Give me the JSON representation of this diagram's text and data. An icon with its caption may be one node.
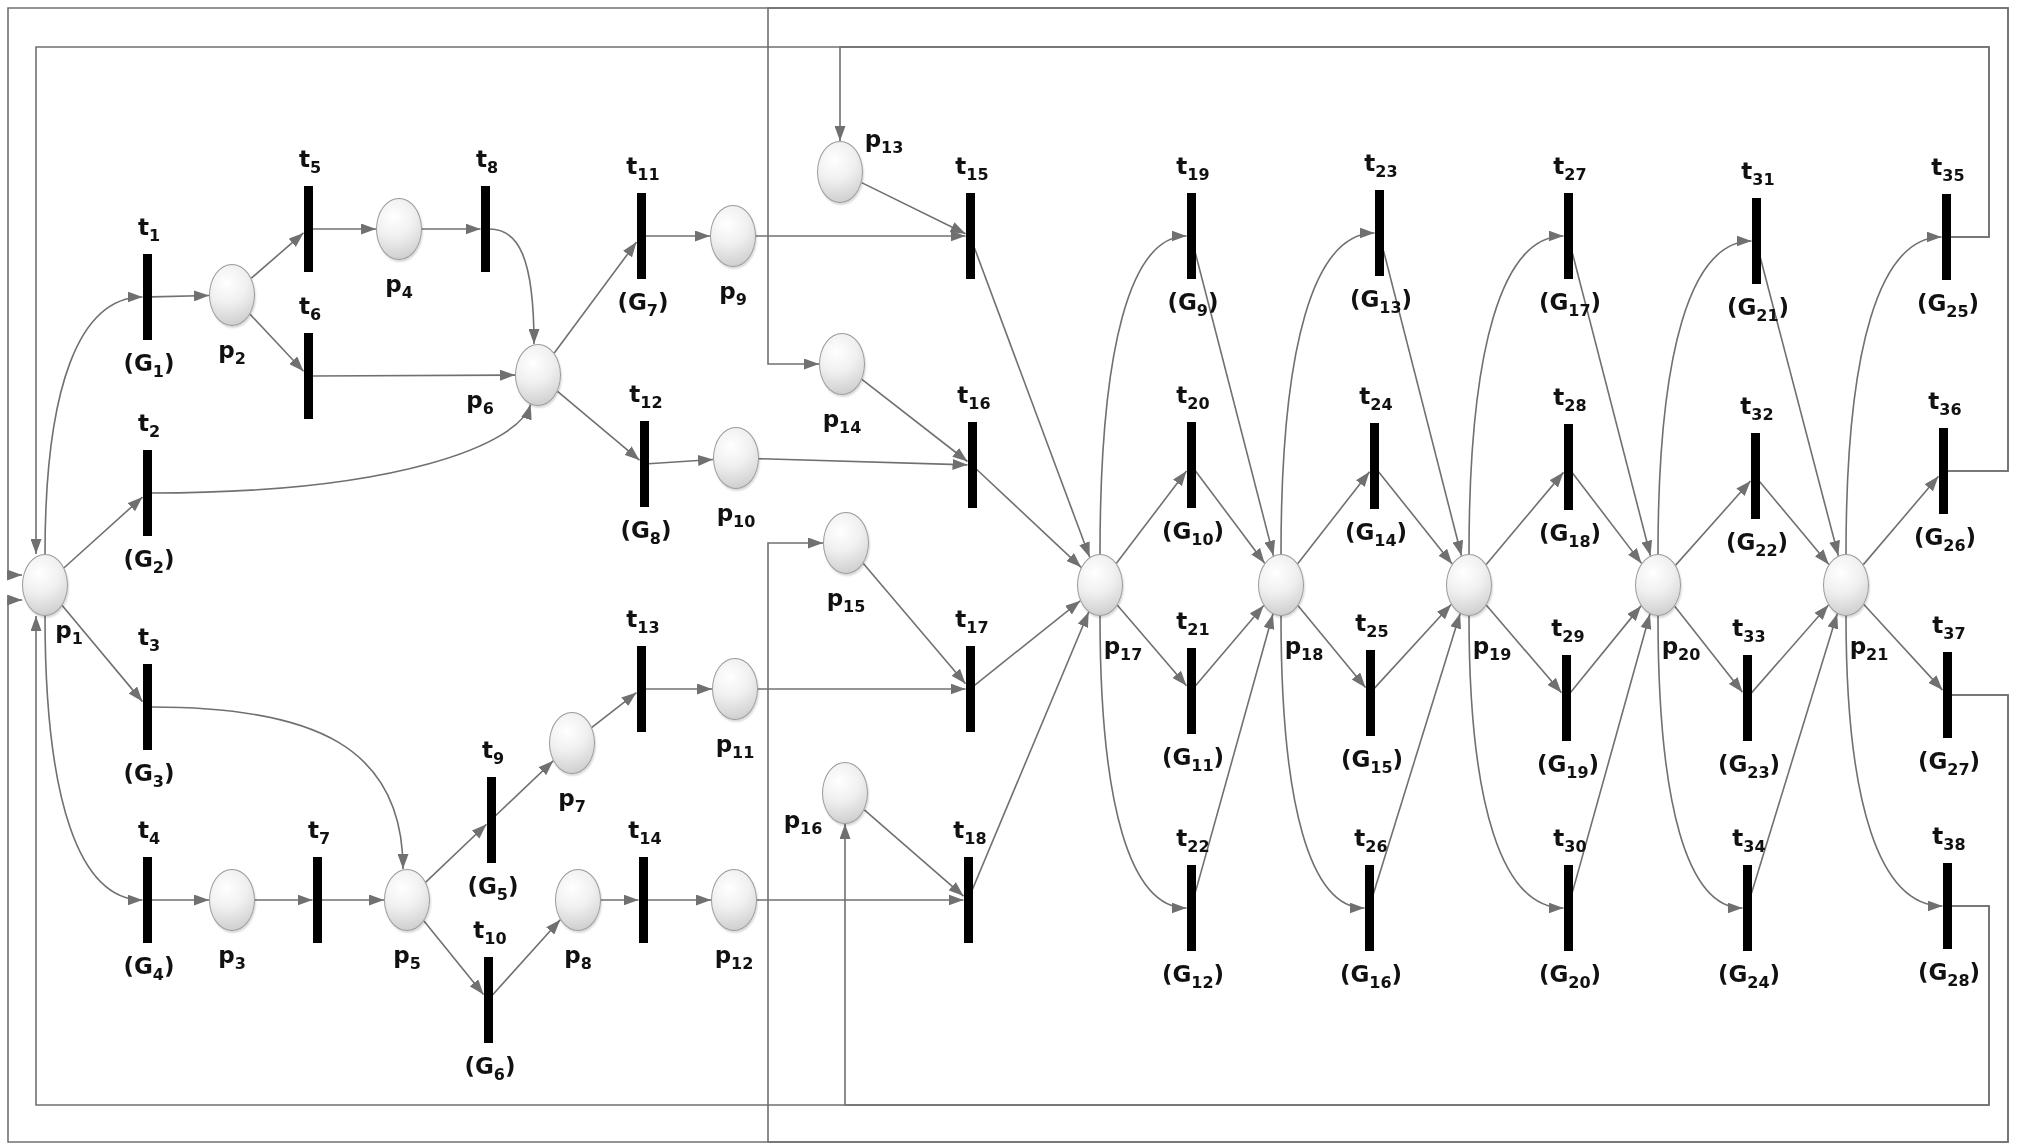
{
  "diagram": {
    "nodes": [
      {
        "text": [],
        "shape": "circle",
        "beside": [
          "p$_{1}$"
        ]
      },
      {
        "text": [],
        "shape": "circle",
        "beside": [
          "p$_{2}$"
        ]
      },
      {
        "text": [],
        "shape": "circle",
        "beside": [
          "p$_{3}$"
        ]
      },
      {
        "text": [],
        "shape": "circle",
        "beside": [
          "p$_{4}$"
        ]
      },
      {
        "text": [],
        "shape": "circle",
        "beside": [
          "p$_{5}$"
        ]
      },
      {
        "text": [],
        "shape": "circle",
        "beside": [
          "p$_{6}$"
        ]
      },
      {
        "text": [],
        "shape": "circle",
        "beside": [
          "p$_{7}$"
        ]
      },
      {
        "text": [],
        "shape": "circle",
        "beside": [
          "p$_{8}$"
        ]
      },
      {
        "text": [],
        "shape": "circle",
        "beside": [
          "p$_{9}$"
        ]
      },
      {
        "text": [],
        "shape": "circle",
        "beside": [
          "p$_{10}$"
        ]
      },
      {
        "text": [],
        "shape": "circle",
        "beside": [
          "p$_{11}$"
        ]
      },
      {
        "text": [],
        "shape": "circle",
        "beside": [
          "p$_{12}$"
        ]
      },
      {
        "text": [],
        "shape": "circle",
        "beside": [
          "p$_{13}$"
        ]
      },
      {
        "text": [],
        "shape": "circle",
        "beside": [
          "p$_{14}$"
        ]
      },
      {
        "text": [],
        "shape": "circle",
        "beside": [
          "p$_{15}$"
        ]
      },
      {
        "text": [],
        "shape": "circle",
        "beside": [
          "p$_{16}$"
        ]
      },
      {
        "text": [],
        "shape": "circle",
        "beside": [
          "p$_{17}$"
        ]
      },
      {
        "text": [],
        "shape": "circle",
        "beside": [
          "p$_{18}$"
        ]
      },
      {
        "text": [],
        "shape": "circle",
        "beside": [
          "p$_{19}$"
        ]
      },
      {
        "text": [],
        "shape": "circle",
        "beside": [
          "p$_{20}$"
        ]
      },
      {
        "text": [],
        "shape": "circle",
        "beside": [
          "p$_{21}$"
        ]
      },
      {
        "text": [],
        "shape": "bar",
        "beside": [
          "t$_{1}$",
          "(G$_{1}$)"
        ]
      },
      {
        "text": [],
        "shape": "bar",
        "beside": [
          "t$_{2}$",
          "(G$_{2}$)"
        ]
      },
      {
        "text": [],
        "shape": "bar",
        "beside": [
          "t$_{3}$",
          "(G$_{3}$)"
        ]
      },
      {
        "text": [],
        "shape": "bar",
        "beside": [
          "t$_{4}$",
          "(G$_{4}$)"
        ]
      },
      {
        "text": [],
        "shape": "bar",
        "beside": [
          "t$_{5}$"
        ]
      },
      {
        "text": [],
        "shape": "bar",
        "beside": [
          "t$_{6}$"
        ]
      },
      {
        "text": [],
        "shape": "bar",
        "beside": [
          "t$_{7}$"
        ]
      },
      {
        "text": [],
        "shape": "bar",
        "beside": [
          "t$_{8}$"
        ]
      },
      {
        "text": [],
        "shape": "bar",
        "beside": [
          "t$_{9}$",
          "(G$_{5}$)"
        ]
      },
      {
        "text": [],
        "shape": "bar",
        "beside": [
          "t$_{10}$",
          "(G$_{6}$)"
        ]
      },
      {
        "text": [],
        "shape": "bar",
        "beside": [
          "t$_{11}$",
          "(G$_{7}$)"
        ]
      },
      {
        "text": [],
        "shape": "bar",
        "beside": [
          "t$_{12}$",
          "(G$_{8}$)"
        ]
      },
      {
        "text": [],
        "shape": "bar",
        "beside": [
          "t$_{13}$"
        ]
      },
      {
        "text": [],
        "shape": "bar",
        "beside": [
          "t$_{14}$"
        ]
      },
      {
        "text": [],
        "shape": "bar",
        "beside": [
          "t$_{15}$"
        ]
      },
      {
        "text": [],
        "shape": "bar",
        "beside": [
          "t$_{16}$"
        ]
      },
      {
        "text": [],
        "shape": "bar",
        "beside": [
          "t$_{17}$"
        ]
      },
      {
        "text": [],
        "shape": "bar",
        "beside": [
          "t$_{18}$"
        ]
      },
      {
        "text": [],
        "shape": "bar",
        "beside": [
          "t$_{19}$",
          "(G$_{9}$)"
        ]
      },
      {
        "text": [],
        "shape": "bar",
        "beside": [
          "t$_{20}$",
          "(G$_{10}$)"
        ]
      },
      {
        "text": [],
        "shape": "bar",
        "beside": [
          "t$_{21}$",
          "(G$_{11}$)"
        ]
      },
      {
        "text": [],
        "shape": "bar",
        "beside": [
          "t$_{22}$",
          "(G$_{12}$)"
        ]
      },
      {
        "text": [],
        "shape": "bar",
        "beside": [
          "t$_{23}$",
          "(G$_{13}$)"
        ]
      },
      {
        "text": [],
        "shape": "bar",
        "beside": [
          "t$_{24}$",
          "(G$_{14}$)"
        ]
      },
      {
        "text": [],
        "shape": "bar",
        "beside": [
          "t$_{25}$",
          "(G$_{15}$)"
        ]
      },
      {
        "text": [],
        "shape": "bar",
        "beside": [
          "t$_{26}$",
          "(G$_{16}$)"
        ]
      },
      {
        "text": [],
        "shape": "bar",
        "beside": [
          "t$_{27}$",
          "(G$_{17}$)"
        ]
      },
      {
        "text": [],
        "shape": "bar",
        "beside": [
          "t$_{28}$",
          "(G$_{18}$)"
        ]
      },
      {
        "text": [],
        "shape": "bar",
        "beside": [
          "t$_{29}$",
          "(G$_{19}$)"
        ]
      },
      {
        "text": [],
        "shape": "bar",
        "beside": [
          "t$_{30}$",
          "(G$_{20}$)"
        ]
      },
      {
        "text": [],
        "shape": "bar",
        "beside": [
          "t$_{31}$",
          "(G$_{21}$)"
        ]
      },
      {
        "text": [],
        "shape": "bar",
        "beside": [
          "t$_{32}$",
          "(G$_{22}$)"
        ]
      },
      {
        "text": [],
        "shape": "bar",
        "beside": [
          "t$_{33}$",
          "(G$_{23}$)"
        ]
      },
      {
        "text": [],
        "shape": "bar",
        "beside": [
          "t$_{34}$",
          "(G$_{24}$)"
        ]
      },
      {
        "text": [],
        "shape": "bar",
        "beside": [
          "t$_{35}$",
          "(G$_{25}$)"
        ]
      },
      {
        "text": [],
        "shape": "bar",
        "beside": [
          "t$_{36}$",
          "(G$_{26}$)"
        ]
      },
      {
        "text": [],
        "shape": "bar",
        "beside": [
          "t$_{37}$",
          "(G$_{27}$)"
        ]
      },
      {
        "text": [],
        "shape": "bar",
        "beside": [
          "t$_{38}$",
          "(G$_{28}$)"
        ]
      }
    ],
    "edges": [
      {
        "from": 0,
        "to": 21,
        "arrow": "to"
      },
      {
        "from": 0,
        "to": 22,
        "arrow": "to"
      },
      {
        "from": 0,
        "to": 23,
        "arrow": "to"
      },
      {
        "from": 0,
        "to": 24,
        "arrow": "to"
      },
      {
        "from": 21,
        "to": 1,
        "arrow": "to"
      },
      {
        "from": 1,
        "to": 25,
        "arrow": "to"
      },
      {
        "from": 1,
        "to": 26,
        "arrow": "to"
      },
      {
        "from": 25,
        "to": 3,
        "arrow": "to"
      },
      {
        "from": 3,
        "to": 28,
        "arrow": "to"
      },
      {
        "from": 28,
        "to": 5,
        "arrow": "to"
      },
      {
        "from": 26,
        "to": 5,
        "arrow": "to"
      },
      {
        "from": 22,
        "to": 5,
        "arrow": "to"
      },
      {
        "from": 23,
        "to": 4,
        "arrow": "to"
      },
      {
        "from": 24,
        "to": 2,
        "arrow": "to"
      },
      {
        "from": 2,
        "to": 27,
        "arrow": "to"
      },
      {
        "from": 27,
        "to": 4,
        "arrow": "to"
      },
      {
        "from": 4,
        "to": 29,
        "arrow": "to"
      },
      {
        "from": 4,
        "to": 30,
        "arrow": "to"
      },
      {
        "from": 29,
        "to": 6,
        "arrow": "to"
      },
      {
        "from": 30,
        "to": 7,
        "arrow": "to"
      },
      {
        "from": 5,
        "to": 31,
        "arrow": "to"
      },
      {
        "from": 5,
        "to": 32,
        "arrow": "to"
      },
      {
        "from": 31,
        "to": 8,
        "arrow": "to"
      },
      {
        "from": 32,
        "to": 9,
        "arrow": "to"
      },
      {
        "from": 6,
        "to": 33,
        "arrow": "to"
      },
      {
        "from": 33,
        "to": 10,
        "arrow": "to"
      },
      {
        "from": 7,
        "to": 34,
        "arrow": "to"
      },
      {
        "from": 34,
        "to": 11,
        "arrow": "to"
      },
      {
        "from": 8,
        "to": 35,
        "arrow": "to"
      },
      {
        "from": 12,
        "to": 35,
        "arrow": "to"
      },
      {
        "from": 9,
        "to": 36,
        "arrow": "to"
      },
      {
        "from": 13,
        "to": 36,
        "arrow": "to"
      },
      {
        "from": 10,
        "to": 37,
        "arrow": "to"
      },
      {
        "from": 14,
        "to": 37,
        "arrow": "to"
      },
      {
        "from": 11,
        "to": 38,
        "arrow": "to"
      },
      {
        "from": 15,
        "to": 38,
        "arrow": "to"
      },
      {
        "from": 35,
        "to": 16,
        "arrow": "to"
      },
      {
        "from": 36,
        "to": 16,
        "arrow": "to"
      },
      {
        "from": 37,
        "to": 16,
        "arrow": "to"
      },
      {
        "from": 38,
        "to": 16,
        "arrow": "to"
      },
      {
        "from": 16,
        "to": 39,
        "arrow": "to"
      },
      {
        "from": 16,
        "to": 40,
        "arrow": "to"
      },
      {
        "from": 16,
        "to": 41,
        "arrow": "to"
      },
      {
        "from": 16,
        "to": 42,
        "arrow": "to"
      },
      {
        "from": 39,
        "to": 17,
        "arrow": "to"
      },
      {
        "from": 40,
        "to": 17,
        "arrow": "to"
      },
      {
        "from": 41,
        "to": 17,
        "arrow": "to"
      },
      {
        "from": 42,
        "to": 17,
        "arrow": "to"
      },
      {
        "from": 17,
        "to": 43,
        "arrow": "to"
      },
      {
        "from": 17,
        "to": 44,
        "arrow": "to"
      },
      {
        "from": 17,
        "to": 45,
        "arrow": "to"
      },
      {
        "from": 17,
        "to": 46,
        "arrow": "to"
      },
      {
        "from": 43,
        "to": 18,
        "arrow": "to"
      },
      {
        "from": 44,
        "to": 18,
        "arrow": "to"
      },
      {
        "from": 45,
        "to": 18,
        "arrow": "to"
      },
      {
        "from": 46,
        "to": 18,
        "arrow": "to"
      },
      {
        "from": 18,
        "to": 47,
        "arrow": "to"
      },
      {
        "from": 18,
        "to": 48,
        "arrow": "to"
      },
      {
        "from": 18,
        "to": 49,
        "arrow": "to"
      },
      {
        "from": 18,
        "to": 50,
        "arrow": "to"
      },
      {
        "from": 47,
        "to": 19,
        "arrow": "to"
      },
      {
        "from": 48,
        "to": 19,
        "arrow": "to"
      },
      {
        "from": 49,
        "to": 19,
        "arrow": "to"
      },
      {
        "from": 50,
        "to": 19,
        "arrow": "to"
      },
      {
        "from": 19,
        "to": 51,
        "arrow": "to"
      },
      {
        "from": 19,
        "to": 52,
        "arrow": "to"
      },
      {
        "from": 19,
        "to": 53,
        "arrow": "to"
      },
      {
        "from": 19,
        "to": 54,
        "arrow": "to"
      },
      {
        "from": 51,
        "to": 20,
        "arrow": "to"
      },
      {
        "from": 52,
        "to": 20,
        "arrow": "to"
      },
      {
        "from": 53,
        "to": 20,
        "arrow": "to"
      },
      {
        "from": 54,
        "to": 20,
        "arrow": "to"
      },
      {
        "from": 20,
        "to": 55,
        "arrow": "to"
      },
      {
        "from": 20,
        "to": 56,
        "arrow": "to"
      },
      {
        "from": 20,
        "to": 57,
        "arrow": "to"
      },
      {
        "from": 20,
        "to": 58,
        "arrow": "to"
      },
      {
        "from": 55,
        "to": 0,
        "arrow": "to"
      },
      {
        "from": 55,
        "to": 12,
        "arrow": "to"
      },
      {
        "from": 56,
        "to": 0,
        "arrow": "to"
      },
      {
        "from": 56,
        "to": 13,
        "arrow": "to"
      },
      {
        "from": 57,
        "to": 0,
        "arrow": "to"
      },
      {
        "from": 57,
        "to": 14,
        "arrow": "to"
      },
      {
        "from": 58,
        "to": 0,
        "arrow": "to"
      },
      {
        "from": 58,
        "to": 15,
        "arrow": "to"
      }
    ]
  }
}
